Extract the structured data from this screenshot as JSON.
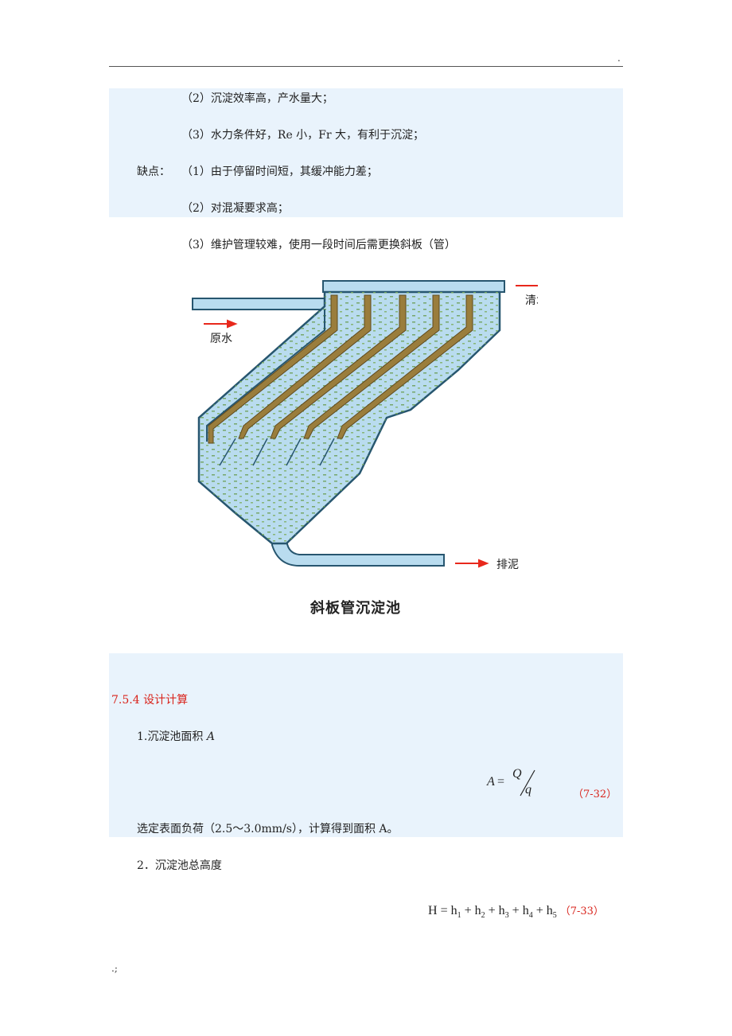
{
  "header": {
    "mark": "."
  },
  "list_top": {
    "adv2": "（2）沉淀效率高，产水量大；",
    "adv3": "（3）水力条件好，Re 小，Fr 大，有利于沉淀；",
    "dis_label": "缺点：",
    "dis1": "（1）由于停留时间短，其缓冲能力差；",
    "dis2": "（2）对混凝要求高；",
    "dis3": "（3）维护管理较难，使用一段时间后需更换斜板（管）"
  },
  "figure": {
    "label_clean": "清水",
    "label_raw": "原水",
    "label_sludge": "排泥",
    "caption": "斜板管沉淀池"
  },
  "section": {
    "heading": "7.5.4 设计计算",
    "item1_prefix": "1.沉淀池面积 ",
    "item1_var": "A",
    "eq1": {
      "lhs": "A",
      "eq": "=",
      "num": "Q",
      "den": "q",
      "num_label": "（7-32）"
    },
    "item1_text": "选定表面负荷（2.5～3.0mm/s），计算得到面积 A。",
    "item2": "2．沉淀池总高度",
    "eq2": {
      "text_parts": [
        "H",
        "=",
        "h",
        "1",
        "+",
        "h",
        "2",
        "+",
        "h",
        "3",
        "+",
        "h",
        "4",
        "+",
        "h",
        "5"
      ],
      "num_label": "（7-33）"
    }
  },
  "footer": {
    "mark": ".;"
  }
}
